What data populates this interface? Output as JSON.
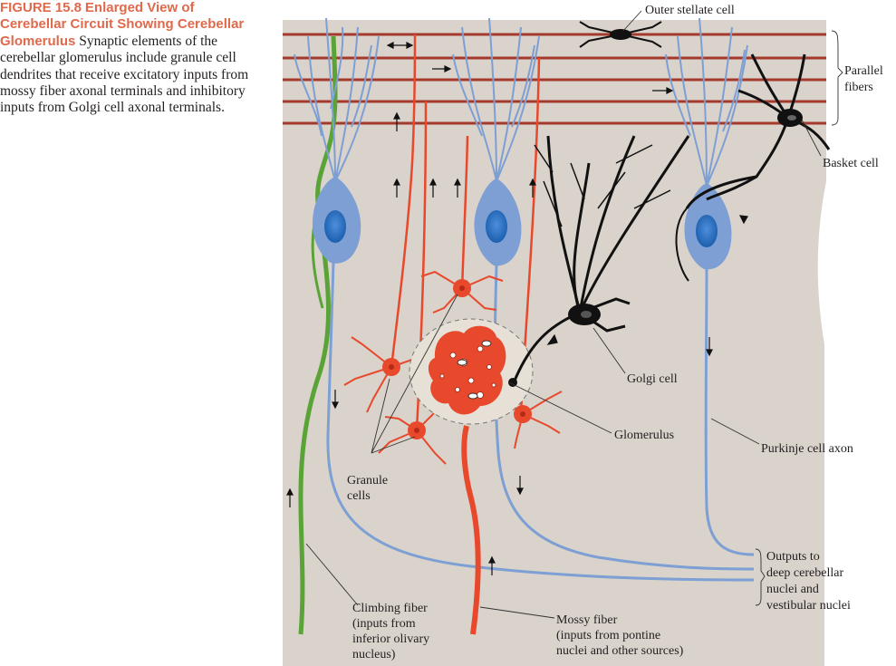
{
  "caption": {
    "figure_label": "FIGURE 15.8",
    "title": "Enlarged View of Cerebellar Circuit Showing Cerebellar Glomerulus",
    "text": "Synaptic elements of the cerebellar glomerulus include granule cell dendrites that receive excitatory inputs from mossy fiber axonal terminals and inhibitory inputs from Golgi cell axonal terminals."
  },
  "labels": {
    "outer_stellate": "Outer stellate cell",
    "parallel_fibers": [
      "Parallel",
      "fibers"
    ],
    "basket_cell": "Basket cell",
    "golgi_cell": "Golgi cell",
    "glomerulus": "Glomerulus",
    "purkinje_axon": "Purkinje cell axon",
    "granule_cells": [
      "Granule",
      "cells"
    ],
    "outputs": [
      "Outputs to",
      "deep cerebellar",
      "nuclei and",
      "vestibular nuclei"
    ],
    "climbing_fiber": [
      "Climbing fiber",
      "(inputs from",
      "inferior olivary",
      "nucleus)"
    ],
    "mossy_fiber": [
      "Mossy fiber",
      "(inputs from pontine",
      "nuclei and other sources)"
    ]
  },
  "colors": {
    "background_panel": "#d9d3cb",
    "parallel_fiber": "#a33a2c",
    "purkinje": "#7d9fd4",
    "purkinje_nucleus": "#2a6fc1",
    "granule": "#e8492c",
    "climbing_fiber": "#5aa336",
    "golgi": "#111111",
    "title": "#e0694c"
  }
}
